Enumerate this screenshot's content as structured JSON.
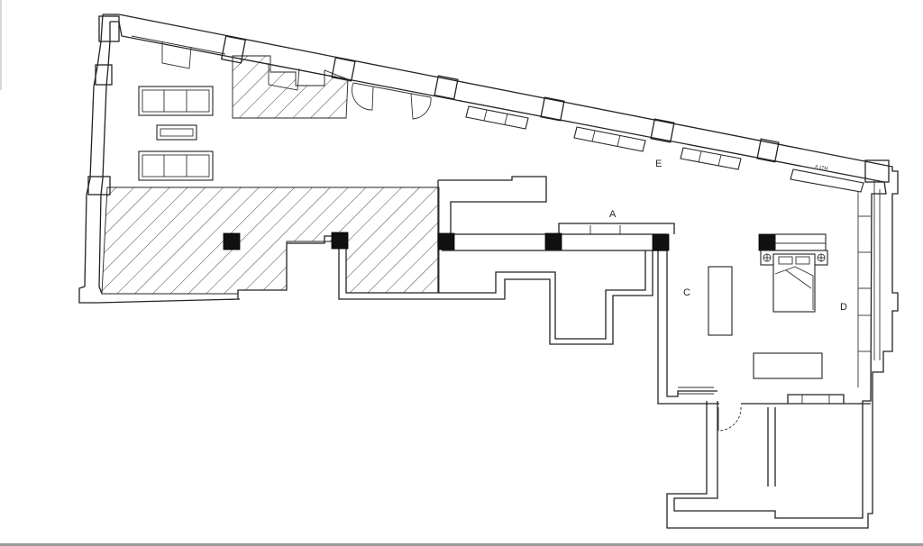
{
  "plan": {
    "room_labels": [
      {
        "id": "room-a",
        "text": "A"
      },
      {
        "id": "room-c",
        "text": "C"
      },
      {
        "id": "room-d",
        "text": "D"
      },
      {
        "id": "room-e",
        "text": "E"
      }
    ],
    "small_annotation": "A 1TM"
  },
  "colors": {
    "wall": "#222222",
    "hatch": "#333333",
    "column": "#111111",
    "background": "#ffffff"
  }
}
